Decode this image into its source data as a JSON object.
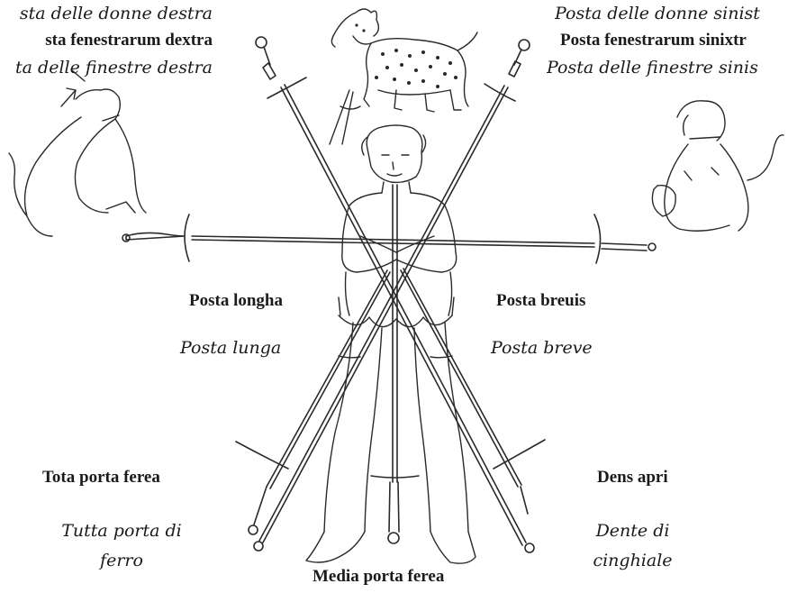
{
  "labels": {
    "top_left": {
      "line1": "sta delle donne destra",
      "line2": "sta fenestrarum dextra",
      "line3": "ta delle finestre destra"
    },
    "top_right": {
      "line1": "Posta delle donne sinist",
      "line2": "Posta fenestrarum sinixtr",
      "line3": "Posta delle finestre sinis"
    },
    "longha": {
      "latin": "Posta longha",
      "italian": "Posta lunga"
    },
    "breuis": {
      "latin": "Posta breuis",
      "italian": "Posta breve"
    },
    "tota": {
      "latin": "Tota porta ferea",
      "italian_1": "Tutta porta di",
      "italian_2": "ferro"
    },
    "dens": {
      "latin": "Dens apri",
      "italian_1": "Dente di",
      "italian_2": "cinghiale"
    },
    "media": {
      "latin": "Media porta ferea"
    }
  }
}
